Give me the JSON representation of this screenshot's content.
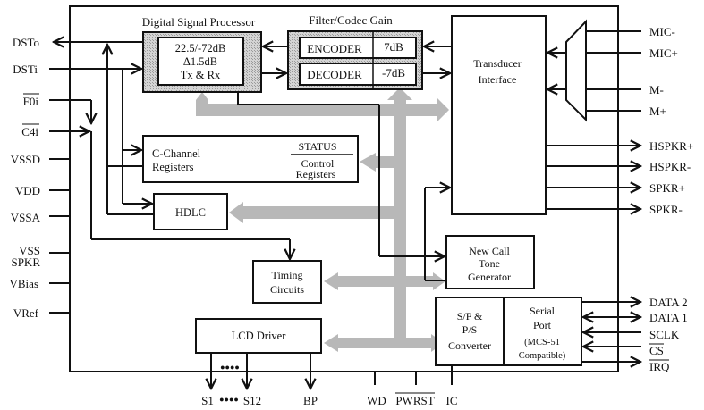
{
  "blocks": {
    "dsp": {
      "title": "Digital Signal Processor",
      "line1": "22.5/-72dB",
      "line2": "Δ1.5dB",
      "line3": "Tx & Rx"
    },
    "filter": {
      "title": "Filter/Codec Gain",
      "encoder": "ENCODER",
      "encoder_gain": "7dB",
      "decoder": "DECODER",
      "decoder_gain": "-7dB"
    },
    "transducer": {
      "line1": "Transducer",
      "line2": "Interface"
    },
    "cchannel": {
      "line1": "C-Channel",
      "line2": "Registers",
      "status": "STATUS",
      "ctrl1": "Control",
      "ctrl2": "Registers"
    },
    "hdlc": {
      "label": "HDLC"
    },
    "timing": {
      "line1": "Timing",
      "line2": "Circuits"
    },
    "newcall": {
      "line1": "New Call",
      "line2": "Tone",
      "line3": "Generator"
    },
    "lcd": {
      "label": "LCD Driver"
    },
    "sp": {
      "line1": "S/P &",
      "line2": "P/S",
      "line3": "Converter"
    },
    "serial": {
      "line1": "Serial",
      "line2": "Port",
      "line3": "(MCS-51",
      "line4": "Compatible)"
    }
  },
  "pins": {
    "left": [
      "DSTo",
      "DSTi",
      "F0i",
      "C4i",
      "VSSD",
      "VDD",
      "VSSA",
      "VSS",
      "SPKR",
      "VBias",
      "VRef"
    ],
    "right_mic": [
      "MIC-",
      "MIC+",
      "M-",
      "M+"
    ],
    "right_spk": [
      "HSPKR+",
      "HSPKR-",
      "SPKR+",
      "SPKR-"
    ],
    "right_serial": [
      "DATA 2",
      "DATA 1",
      "SCLK",
      "CS",
      "IRQ"
    ],
    "bottom": [
      "S1",
      "S12",
      "BP",
      "WD",
      "PWRST",
      "IC"
    ],
    "dots": "●●●●"
  },
  "colors": {
    "bus": "#b8b8b8",
    "hatch": "#c8c8c8",
    "line": "#111111"
  }
}
